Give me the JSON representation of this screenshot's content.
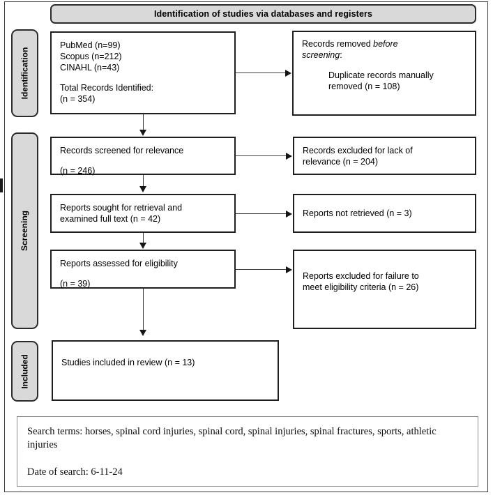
{
  "figure": {
    "type": "prisma-flow-diagram",
    "banner_title": "Identification of studies via databases and registers"
  },
  "stages": [
    {
      "id": "identification",
      "label": "Identification"
    },
    {
      "id": "screening",
      "label": "Screening"
    },
    {
      "id": "included",
      "label": "Included"
    }
  ],
  "boxes": {
    "identified": {
      "line1": "PubMed (n=99)",
      "line2": "Scopus (n=212)",
      "line3": "CINAHL (n=43)",
      "line4": "Total Records Identified:",
      "line5": "(n = 354)"
    },
    "removed": {
      "line1_lead": "Records removed ",
      "line1_italic": "before",
      "line2_italic": "screening",
      "line2_tail": ":",
      "line3": "Duplicate records manually",
      "line4": "removed (n = 108)"
    },
    "screened": {
      "line1": "Records screened for relevance",
      "line2": "(n = 246)"
    },
    "excluded_relevance": {
      "line1": "Records excluded for lack of",
      "line2": "relevance (n = 204)"
    },
    "sought": {
      "line1": "Reports sought for retrieval and",
      "line2": "examined full text (n = 42)"
    },
    "not_retrieved": {
      "line1": "Reports not retrieved (n = 3)"
    },
    "assessed": {
      "line1": "Reports assessed for eligibility",
      "line2": "(n = 39)"
    },
    "excluded_eligibility": {
      "line1": "Reports excluded for failure to",
      "line2": "meet eligibility criteria (n = 26)"
    },
    "included": {
      "line1": "Studies included in review (n = 13)"
    }
  },
  "note": {
    "search_terms": "Search terms: horses, spinal cord injuries, spinal cord, spinal injuries, spinal fractures, sports, athletic injuries",
    "date_of_search": "Date of search: 6-11-24"
  },
  "chart_data": {
    "type": "flowchart",
    "title": "Identification of studies via databases and registers",
    "stages": [
      "Identification",
      "Screening",
      "Included"
    ],
    "nodes": [
      {
        "id": "identified",
        "stage": "Identification",
        "label": "Total Records Identified",
        "n": 354,
        "sources": [
          {
            "name": "PubMed",
            "n": 99
          },
          {
            "name": "Scopus",
            "n": 212
          },
          {
            "name": "CINAHL",
            "n": 43
          }
        ]
      },
      {
        "id": "removed",
        "stage": "Identification",
        "label": "Duplicate records manually removed",
        "n": 108
      },
      {
        "id": "screened",
        "stage": "Screening",
        "label": "Records screened for relevance",
        "n": 246
      },
      {
        "id": "excluded_relevance",
        "stage": "Screening",
        "label": "Records excluded for lack of relevance",
        "n": 204
      },
      {
        "id": "sought",
        "stage": "Screening",
        "label": "Reports sought for retrieval and examined full text",
        "n": 42
      },
      {
        "id": "not_retrieved",
        "stage": "Screening",
        "label": "Reports not retrieved",
        "n": 3
      },
      {
        "id": "assessed",
        "stage": "Screening",
        "label": "Reports assessed for eligibility",
        "n": 39
      },
      {
        "id": "excluded_eligibility",
        "stage": "Screening",
        "label": "Reports excluded for failure to meet eligibility criteria",
        "n": 26
      },
      {
        "id": "included",
        "stage": "Included",
        "label": "Studies included in review",
        "n": 13
      }
    ],
    "edges": [
      {
        "from": "identified",
        "to": "removed",
        "direction": "right"
      },
      {
        "from": "identified",
        "to": "screened",
        "direction": "down"
      },
      {
        "from": "screened",
        "to": "excluded_relevance",
        "direction": "right"
      },
      {
        "from": "screened",
        "to": "sought",
        "direction": "down"
      },
      {
        "from": "sought",
        "to": "not_retrieved",
        "direction": "right"
      },
      {
        "from": "sought",
        "to": "assessed",
        "direction": "down"
      },
      {
        "from": "assessed",
        "to": "excluded_eligibility",
        "direction": "right"
      },
      {
        "from": "assessed",
        "to": "included",
        "direction": "down"
      }
    ]
  },
  "colors": {
    "banner_fill": "#d9d9d9",
    "stage_fill": "#d9d9d9",
    "box_border": "#1f1f1f",
    "connector": "#3c3c3c",
    "note_border": "#8a8a8a",
    "page_background": "#ffffff"
  }
}
